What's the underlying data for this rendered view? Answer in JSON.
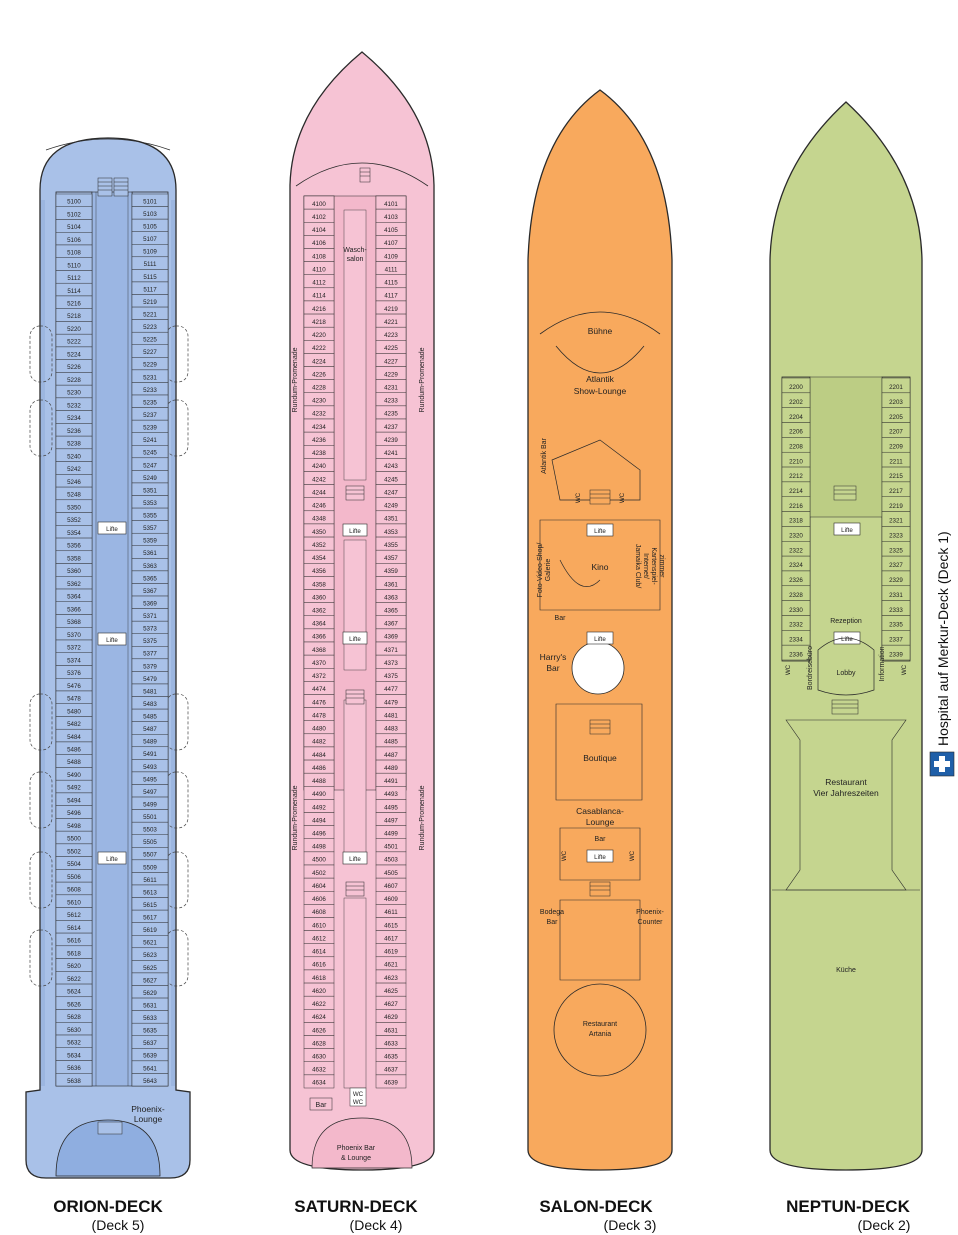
{
  "decks": [
    {
      "id": "orion",
      "name": "ORION-DECK",
      "number": "(Deck 5)",
      "color": "#a9c1e8",
      "left_cabins": [
        "5100",
        "5102",
        "5104",
        "5106",
        "5108",
        "5110",
        "5112",
        "5114",
        "5216",
        "5218",
        "5220",
        "5222",
        "5224",
        "5226",
        "5228",
        "5230",
        "5232",
        "5234",
        "5236",
        "5238",
        "5240",
        "5242",
        "5246",
        "5248",
        "5350",
        "5352",
        "5354",
        "5356",
        "5358",
        "5360",
        "5362",
        "5364",
        "5366",
        "5368",
        "5370",
        "5372",
        "5374",
        "5376",
        "5476",
        "5478",
        "5480",
        "5482",
        "5484",
        "5486",
        "5488",
        "5490",
        "5492",
        "5494",
        "5496",
        "5498",
        "5500",
        "5502",
        "5504",
        "5506",
        "5608",
        "5610",
        "5612",
        "5614",
        "5616",
        "5618",
        "5620",
        "5622",
        "5624",
        "5626",
        "5628",
        "5630",
        "5632",
        "5634",
        "5636",
        "5638"
      ],
      "right_cabins": [
        "5101",
        "5103",
        "5105",
        "5107",
        "5109",
        "5111",
        "5115",
        "5117",
        "5219",
        "5221",
        "5223",
        "5225",
        "5227",
        "5229",
        "5231",
        "5233",
        "5235",
        "5237",
        "5239",
        "5241",
        "5245",
        "5247",
        "5249",
        "5351",
        "5353",
        "5355",
        "5357",
        "5359",
        "5361",
        "5363",
        "5365",
        "5367",
        "5369",
        "5371",
        "5373",
        "5375",
        "5377",
        "5379",
        "5479",
        "5481",
        "5483",
        "5485",
        "5487",
        "5489",
        "5491",
        "5493",
        "5495",
        "5497",
        "5499",
        "5501",
        "5503",
        "5505",
        "5507",
        "5509",
        "5611",
        "5613",
        "5615",
        "5617",
        "5619",
        "5621",
        "5623",
        "5625",
        "5627",
        "5629",
        "5631",
        "5633",
        "5635",
        "5637",
        "5639",
        "5641",
        "5643"
      ],
      "lifts": [
        "Lifte",
        "Lifte",
        "Lifte"
      ],
      "labels": [
        "Phoenix-",
        "Lounge"
      ]
    },
    {
      "id": "saturn",
      "name": "SATURN-DECK",
      "number": "(Deck 4)",
      "color": "#f6c3d4",
      "left_cabins": [
        "4100",
        "4102",
        "4104",
        "4106",
        "4108",
        "4110",
        "4112",
        "4114",
        "4216",
        "4218",
        "4220",
        "4222",
        "4224",
        "4226",
        "4228",
        "4230",
        "4232",
        "4234",
        "4236",
        "4238",
        "4240",
        "4242",
        "4244",
        "4246",
        "4348",
        "4350",
        "4352",
        "4354",
        "4356",
        "4358",
        "4360",
        "4362",
        "4364",
        "4366",
        "4368",
        "4370",
        "4372",
        "4474",
        "4476",
        "4478",
        "4480",
        "4482",
        "4484",
        "4486",
        "4488",
        "4490",
        "4492",
        "4494",
        "4496",
        "4498",
        "4500",
        "4502",
        "4604",
        "4606",
        "4608",
        "4610",
        "4612",
        "4614",
        "4616",
        "4618",
        "4620",
        "4622",
        "4624",
        "4626",
        "4628",
        "4630",
        "4632",
        "4634"
      ],
      "right_cabins": [
        "4101",
        "4103",
        "4105",
        "4107",
        "4109",
        "4111",
        "4115",
        "4117",
        "4219",
        "4221",
        "4223",
        "4225",
        "4227",
        "4229",
        "4231",
        "4233",
        "4235",
        "4237",
        "4239",
        "4241",
        "4243",
        "4245",
        "4247",
        "4249",
        "4351",
        "4353",
        "4355",
        "4357",
        "4359",
        "4361",
        "4363",
        "4365",
        "4367",
        "4369",
        "4371",
        "4373",
        "4375",
        "4477",
        "4479",
        "4481",
        "4483",
        "4485",
        "4487",
        "4489",
        "4491",
        "4493",
        "4495",
        "4497",
        "4499",
        "4501",
        "4503",
        "4505",
        "4607",
        "4609",
        "4611",
        "4615",
        "4617",
        "4619",
        "4621",
        "4623",
        "4625",
        "4627",
        "4629",
        "4631",
        "4633",
        "4635",
        "4637",
        "4639"
      ],
      "lifts": [
        "Lifte",
        "Lifte",
        "Lifte"
      ],
      "labels": [
        "Wasch-",
        "salon",
        "Rundum-Promenade",
        "Rundum-Promenade",
        "Rundum-Promenade",
        "Rundum-Promenade",
        "WC",
        "WC",
        "Bar",
        "Phoenix Bar",
        "& Lounge"
      ]
    },
    {
      "id": "salon",
      "name": "SALON-DECK",
      "number": "(Deck 3)",
      "color": "#f8a95d",
      "lifts": [
        "Lifte",
        "Lifte",
        "Lifte"
      ],
      "labels": [
        "Bühne",
        "Atlantik",
        "Show-Lounge",
        "Atlantik Bar",
        "WC",
        "WC",
        "Foto-Video-Shop/",
        "Galerie",
        "Kino",
        "Jamaika Club/",
        "Internet/",
        "Kartenspiel-",
        "zimmer",
        "Bar",
        "Harry's",
        "Bar",
        "Boutique",
        "Casablanca-",
        "Lounge",
        "Bar",
        "WC",
        "WC",
        "Bodega",
        "Bar",
        "Phoenix-",
        "Counter",
        "Restaurant",
        "Artania"
      ]
    },
    {
      "id": "neptun",
      "name": "NEPTUN-DECK",
      "number": "(Deck 2)",
      "color": "#c5d58f",
      "left_cabins": [
        "2200",
        "2202",
        "2204",
        "2206",
        "2208",
        "2210",
        "2212",
        "2214",
        "2216",
        "2318",
        "2320",
        "2322",
        "2324",
        "2326",
        "2328",
        "2330",
        "2332",
        "2334",
        "2336"
      ],
      "right_cabins": [
        "2201",
        "2203",
        "2205",
        "2207",
        "2209",
        "2211",
        "2215",
        "2217",
        "2219",
        "2321",
        "2323",
        "2325",
        "2327",
        "2329",
        "2331",
        "2333",
        "2335",
        "2337",
        "2339"
      ],
      "lifts": [
        "Lifte",
        "Lifte"
      ],
      "labels": [
        "Rezeption",
        "Bordreisebüro",
        "Lobby",
        "Information",
        "WC",
        "WC",
        "Restaurant",
        "Vier Jahreszeiten",
        "Küche"
      ]
    }
  ],
  "side_note": "Hospital auf Merkur-Deck (Deck 1)",
  "hospital_icon": "cross-icon",
  "colors": {
    "outline": "#2a2a2a",
    "hospital": "#1f5fa8"
  }
}
